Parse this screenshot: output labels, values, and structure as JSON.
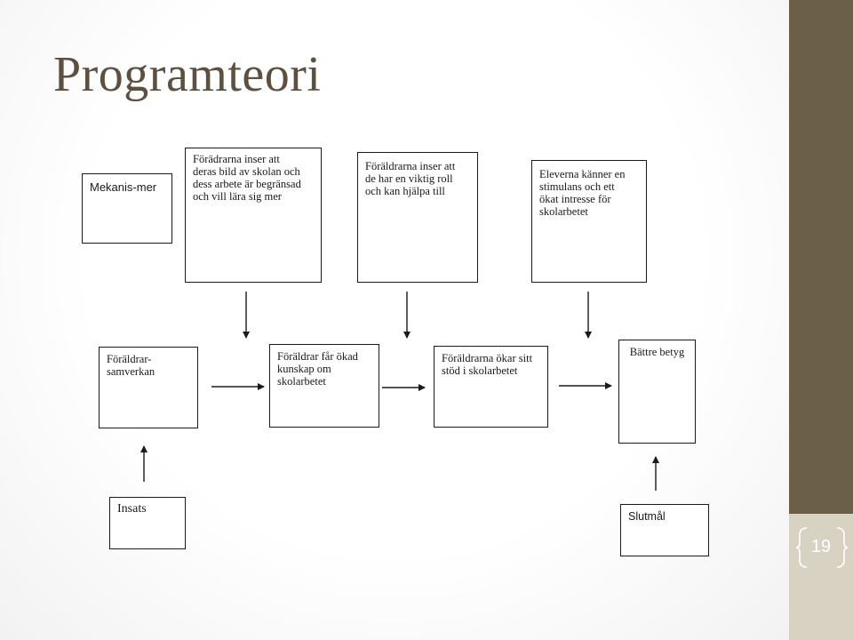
{
  "title": "Programteori",
  "slide_number": "19",
  "boxes": {
    "mekanism": "Mekanis-mer",
    "top1": "Förädrarna inser att\nderas bild av skolan och\ndess arbete är begränsad\noch vill lära sig mer",
    "top2": "Föräldrarna inser att\nde har en viktig roll\noch kan hjälpa till",
    "top3": "Eleverna känner en\nstimulans och ett\nökat intresse för\nskolarbetet",
    "row1": "Föräldrar-\nsamverkan",
    "row2": "Föräldrar får ökad\nkunskap om\nskolarbetet",
    "row3": "Föräldrarna ökar sitt\nstöd i skolarbetet",
    "row4": "Bättre betyg",
    "insats": "Insats",
    "slutmal": "Slutmål"
  },
  "colors": {
    "title": "#5c5140",
    "side_band": "#6b5f48",
    "side_band_lower": "#d7d2c2"
  }
}
